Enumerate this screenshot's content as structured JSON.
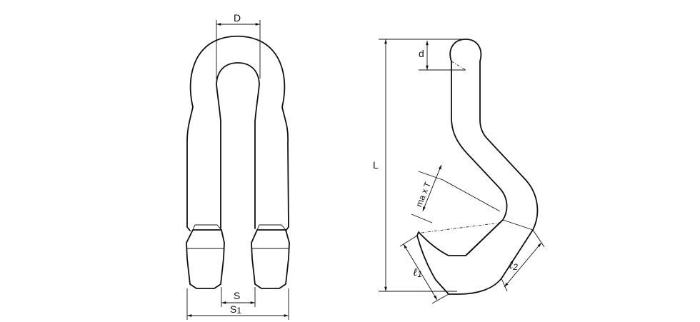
{
  "labels": {
    "D": "D",
    "S": "S",
    "S1_main": "S",
    "S1_sub": "1",
    "d": "d",
    "L": "L",
    "maxT": "ma x T",
    "l1_main": "ℓ",
    "l1_sub": "1",
    "l2_main": "ℓ",
    "l2_sub": "2"
  }
}
